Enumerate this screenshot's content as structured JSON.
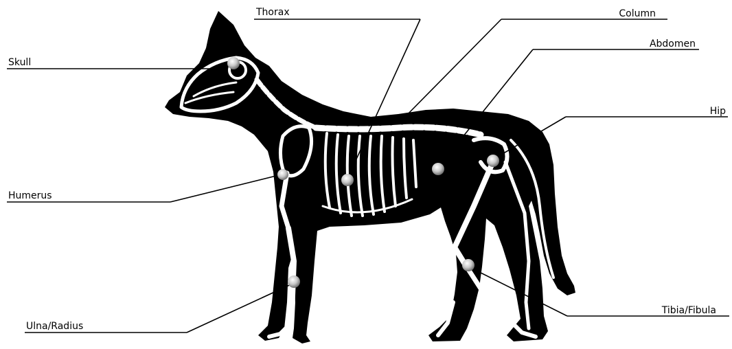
{
  "labels": {
    "thorax": "Thorax",
    "column": "Column",
    "abdomen": "Abdomen",
    "skull": "Skull",
    "hip": "Hip",
    "humerus": "Humerus",
    "ulna_radius": "Ulna/Radius",
    "tibia_fibula": "Tibia/Fibula"
  },
  "colors": {
    "silhouette": "#000000",
    "bone": "#ffffff",
    "marker": "#b8b8b8"
  }
}
